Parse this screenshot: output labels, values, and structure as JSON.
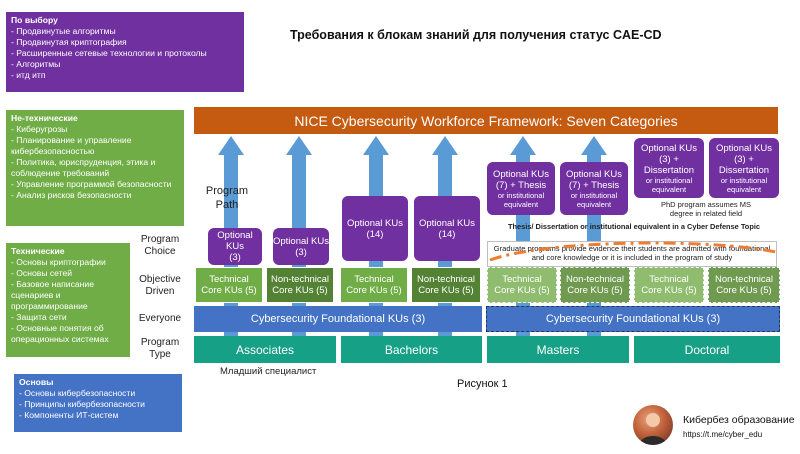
{
  "title": "Требования к блокам знаний для получения статус CAE-CD",
  "figure_caption": "Рисунок 1",
  "left_boxes": {
    "optional": {
      "heading": "По выбору",
      "items": [
        "- Продвинутые алгоритмы",
        "- Продвинутая криптография",
        "- Расширенные сетевые технологии и протоколы",
        "-    Алгоритмы",
        "-    итд итп"
      ],
      "color": "#7030a0"
    },
    "nontechnical": {
      "heading": "Не-технические",
      "items": [
        "- Киберугрозы",
        "- Планирование и управление кибербезопасностью",
        "- Политика, юриспруденция, этика и соблюдение требований",
        "- Управление программой безопасности",
        "- Анализ рисков безопасности"
      ],
      "color": "#70ad47"
    },
    "technical": {
      "heading": "Технические",
      "items": [
        "- Основы криптографии",
        "- Основы сетей",
        "- Базовое написание сценариев и программирование",
        "- Защита сети",
        "- Основные понятия об операционных системах"
      ],
      "color": "#70ad47"
    },
    "basics": {
      "heading": "Основы",
      "items": [
        "- Основы кибербезопасности",
        "- Принципы кибербезопасности",
        "- Компоненты ИТ-систем"
      ],
      "color": "#4472c4"
    }
  },
  "diagram": {
    "header": "NICE Cybersecurity Workforce Framework:  Seven Categories",
    "program_path": "Program Path",
    "row_labels": {
      "choice": "Program Choice",
      "objective": "Objective Driven",
      "everyone": "Everyone",
      "type": "Program Type"
    },
    "optional_kus": {
      "associates": [
        "Optional KUs",
        "(3)"
      ],
      "bachelors": [
        "Optional KUs",
        "(14)"
      ],
      "masters": [
        "Optional KUs",
        "(7) + Thesis",
        "or institutional equivalent"
      ],
      "doctoral": [
        "Optional KUs (3) +",
        "Dissertation",
        "or institutional equivalent"
      ]
    },
    "technical_core": "Technical Core KUs (5)",
    "nontechnical_core": "Non-technical Core KUs (5)",
    "foundational": "Cybersecurity Foundational KUs (3)",
    "phd_note": "PhD program assumes MS degree in related field",
    "thesis_note": "Thesis/ Dissertation or institutional equivalent in a Cyber Defense Topic",
    "graduate_note": "Graduate programs provide evidence their students are admitted with foundational and core knowledge or it is included in the program of study",
    "program_types": [
      "Associates",
      "Bachelors",
      "Masters",
      "Doctoral"
    ],
    "associates_ru": "Младший специалист",
    "colors": {
      "header": "#c55a11",
      "purple": "#7030a0",
      "green": "#70ad47",
      "darkgreen": "#548235",
      "blue": "#4472c4",
      "teal": "#16a085",
      "arrow": "#5b9bd5",
      "dashed_orange": "#ed7d31"
    }
  },
  "brand": {
    "name": "Кибербез образование",
    "url": "https://t.me/cyber_edu"
  }
}
